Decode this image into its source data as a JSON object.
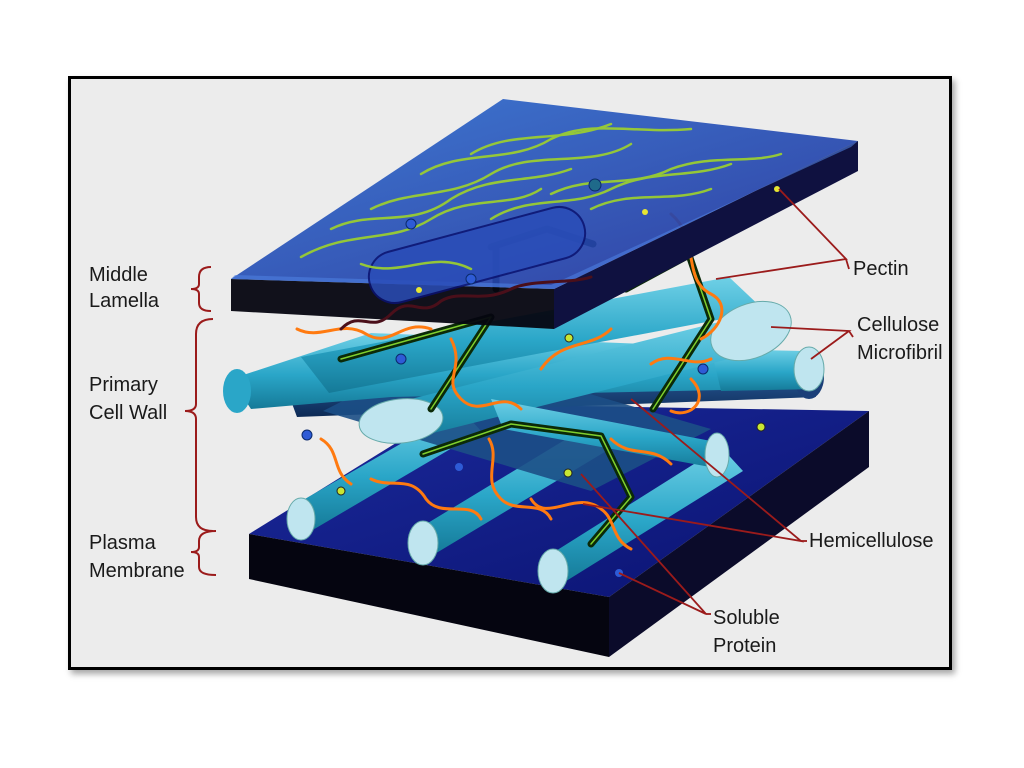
{
  "diagram": {
    "labels": {
      "middle_lamella": [
        "Middle",
        "Lamella"
      ],
      "primary_cell_wall": [
        "Primary",
        "Cell Wall"
      ],
      "plasma_membrane": [
        "Plasma",
        "Membrane"
      ],
      "pectin": "Pectin",
      "cellulose_microfibril": [
        "Cellulose",
        "Microfibril"
      ],
      "hemicellulose": "Hemicellulose",
      "soluble_protein": [
        "Soluble",
        "Protein"
      ]
    },
    "colors": {
      "frame_bg": "#ececec",
      "membrane_top": "#0c1a8a",
      "lamella_top": "#2a4db8",
      "microfibril": "#2aa6c8",
      "microfibril_end": "#bfe5ef",
      "pectin": "#9acd32",
      "hemicellulose": "#ff7a10",
      "leader": "#9b1b1b",
      "protein": "#2e5bd6"
    }
  }
}
